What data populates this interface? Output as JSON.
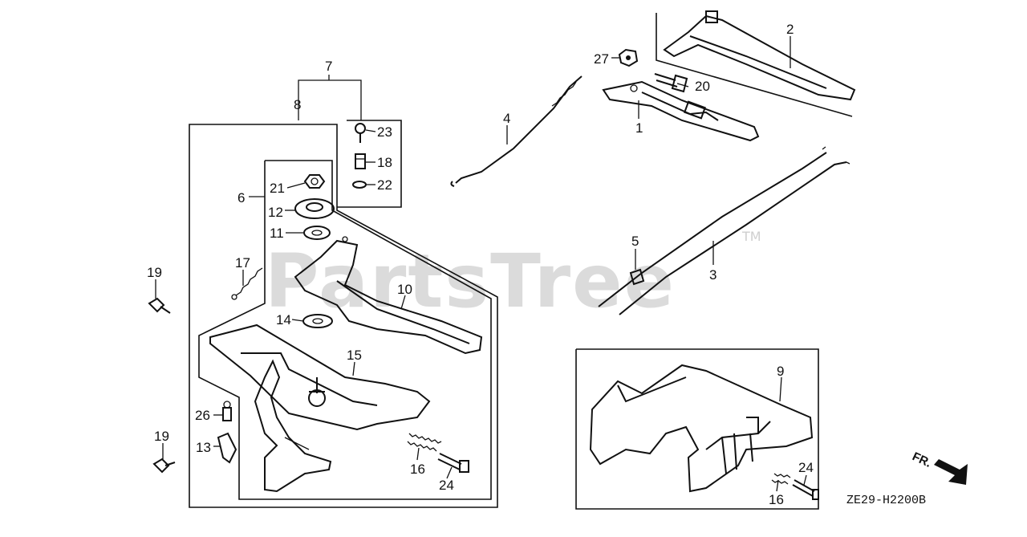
{
  "watermark": {
    "text": "PartsTree",
    "tm": "TM"
  },
  "diagram_code": "ZE29-H2200B",
  "direction_label": "FR.",
  "callouts": {
    "c1": "1",
    "c2": "2",
    "c3": "3",
    "c4": "4",
    "c5": "5",
    "c6": "6",
    "c7": "7",
    "c8": "8",
    "c9": "9",
    "c10": "10",
    "c11": "11",
    "c12": "12",
    "c13": "13",
    "c14": "14",
    "c15": "15",
    "c16a": "16",
    "c16b": "16",
    "c17": "17",
    "c18": "18",
    "c19a": "19",
    "c19b": "19",
    "c20": "20",
    "c21": "21",
    "c22": "22",
    "c23": "23",
    "c24a": "24",
    "c24b": "24",
    "c26": "26",
    "c27": "27"
  }
}
